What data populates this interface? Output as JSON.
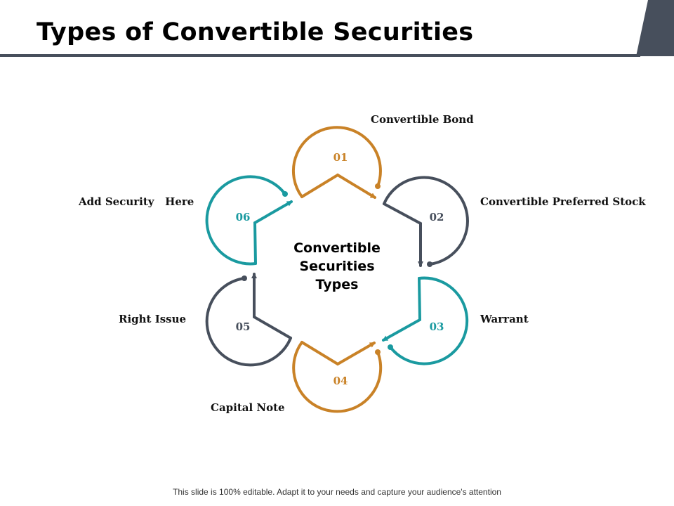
{
  "header": {
    "title": "Types of Convertible Securities"
  },
  "colors": {
    "orange": "#c98227",
    "teal": "#1a9aa0",
    "slate": "#474f5c"
  },
  "center": {
    "line1": "Convertible",
    "line2": "Securities",
    "line3": "Types"
  },
  "items": [
    {
      "number": "01",
      "label": "Convertible Bond",
      "color": "orange"
    },
    {
      "number": "02",
      "label": "Convertible Preferred Stock",
      "color": "slate"
    },
    {
      "number": "03",
      "label": "Warrant",
      "color": "teal"
    },
    {
      "number": "04",
      "label": "Capital Note",
      "color": "orange"
    },
    {
      "number": "05",
      "label": "Right Issue",
      "color": "slate"
    },
    {
      "number": "06",
      "label": "Add Security   Here",
      "color": "teal"
    }
  ],
  "footer": {
    "text": "This slide is 100% editable. Adapt it to your needs and capture your audience's attention"
  }
}
